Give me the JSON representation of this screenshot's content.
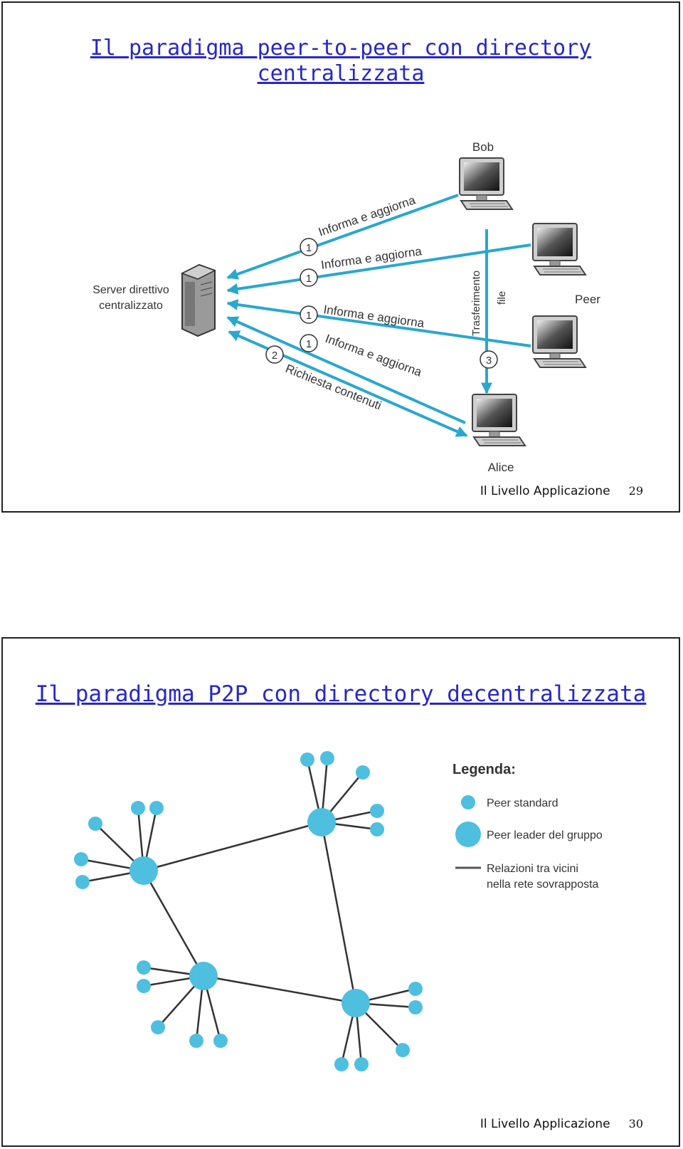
{
  "slide1": {
    "title_line1": "Il paradigma peer-to-peer con directory",
    "title_line2": "centralizzata",
    "server_label_line1": "Server direttivo",
    "server_label_line2": "centralizzato",
    "bob_label": "Bob",
    "alice_label": "Alice",
    "peer_label": "Peer",
    "arrow_labels": [
      "Informa e aggiorna",
      "Informa e aggiorna",
      "Informa e aggiorna",
      "Informa e aggiorna"
    ],
    "step_numbers": [
      "1",
      "1",
      "1",
      "1",
      "2",
      "3"
    ],
    "request_label": "Richiesta contenuti",
    "transfer_label_line1": "Trasferimento",
    "transfer_label_line2": "file",
    "footer_text": "Il Livello Applicazione",
    "page_number": "29"
  },
  "slide2": {
    "title": "Il paradigma P2P con directory decentralizzata",
    "legend_title": "Legenda:",
    "legend_standard": "Peer standard",
    "legend_leader": "Peer leader del gruppo",
    "legend_relations_line1": "Relazioni tra vicini",
    "legend_relations_line2": "nella rete sovrapposta",
    "footer_text": "Il Livello Applicazione",
    "page_number": "30"
  },
  "colors": {
    "accent": "#2aa7cf",
    "node": "#4fbfdf",
    "title": "#2727c9"
  }
}
